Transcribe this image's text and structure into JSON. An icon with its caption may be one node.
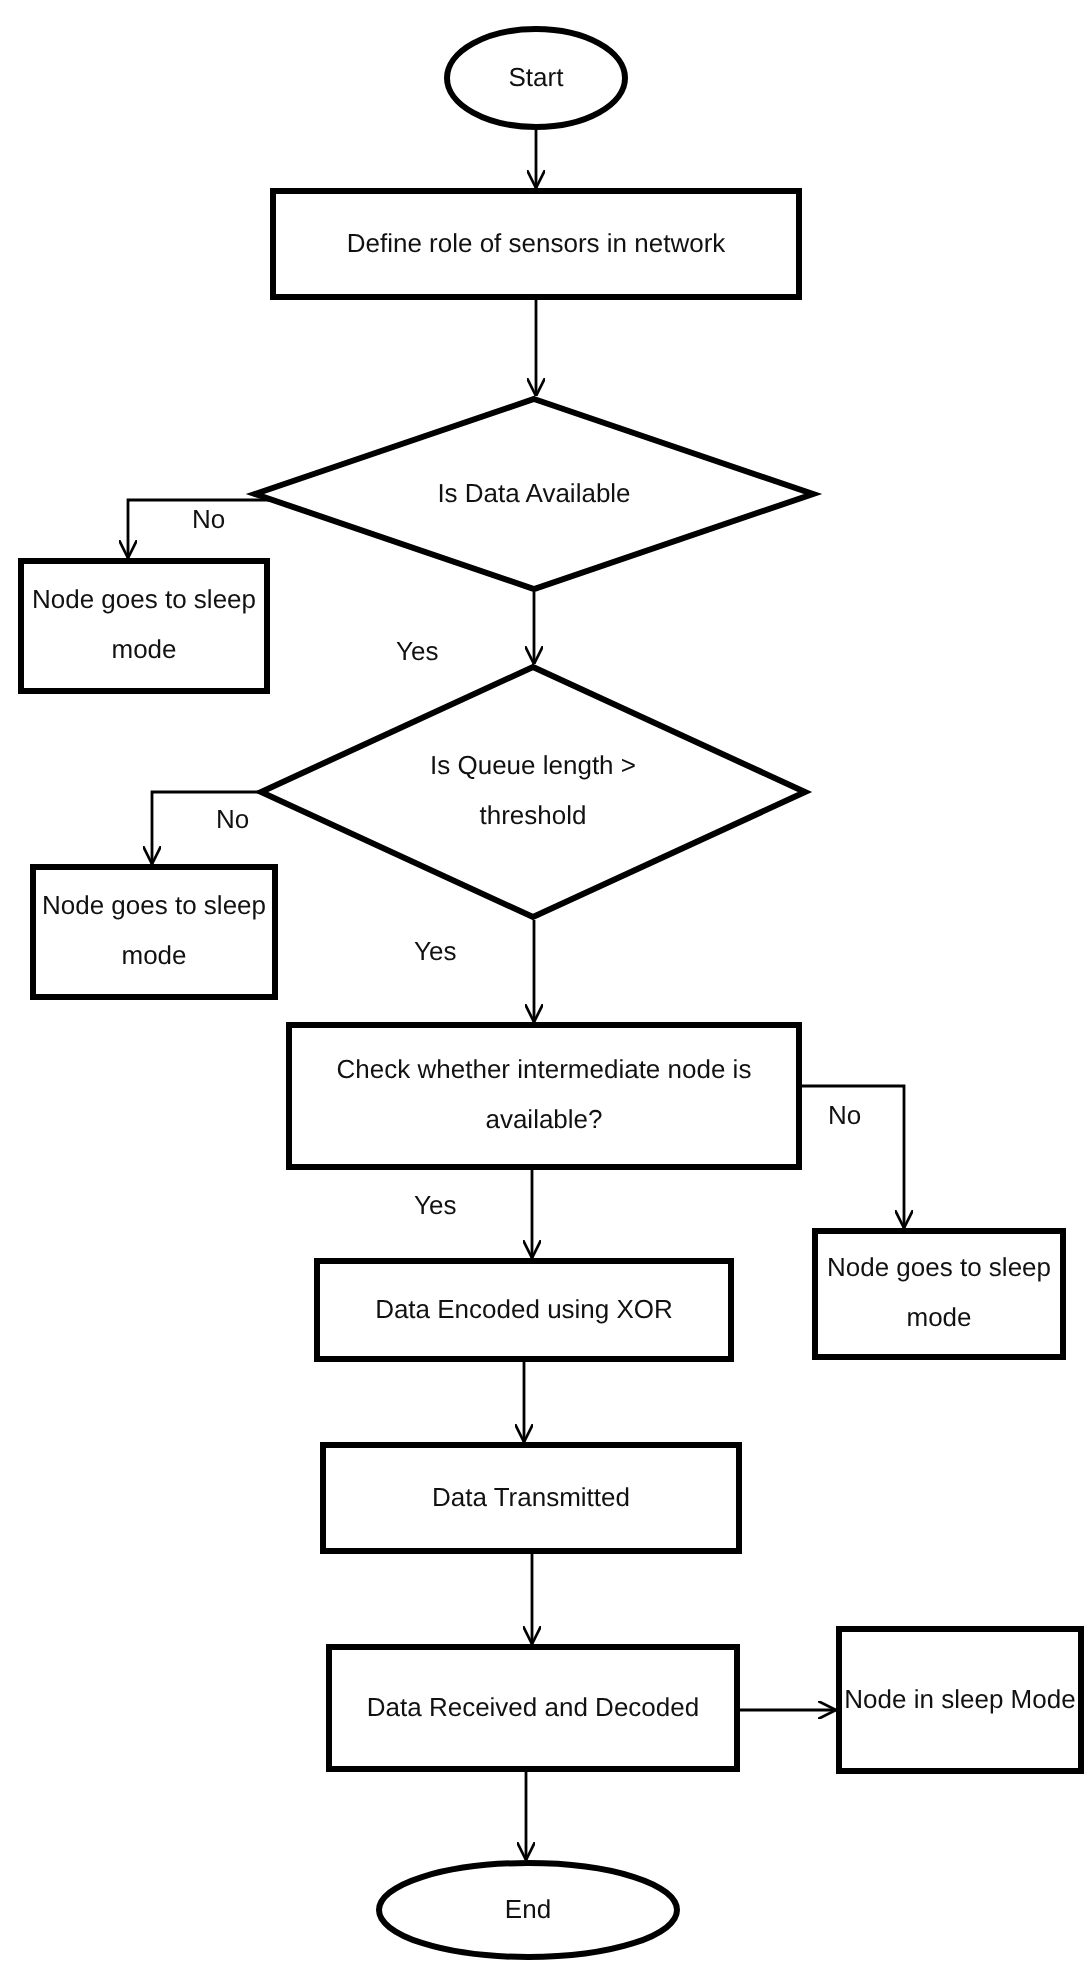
{
  "diagram": {
    "nodes": [
      {
        "text": [
          "Start"
        ]
      },
      {
        "text": [
          "Define role of sensors in network"
        ]
      },
      {
        "text": [
          "Is Data Available"
        ]
      },
      {
        "text": [
          "Node goes to sleep mode"
        ]
      },
      {
        "text": [
          "Is Queue length > threshold"
        ]
      },
      {
        "text": [
          "Node goes to sleep mode"
        ]
      },
      {
        "text": [
          "Check whether intermediate node is available?"
        ]
      },
      {
        "text": [
          "Node goes to sleep mode"
        ]
      },
      {
        "text": [
          "Data Encoded using XOR"
        ]
      },
      {
        "text": [
          "Data Transmitted"
        ]
      },
      {
        "text": [
          "Data Received and Decoded"
        ]
      },
      {
        "text": [
          "Node in sleep Mode"
        ]
      },
      {
        "text": [
          "End"
        ]
      }
    ],
    "edges": [
      {
        "from": 0,
        "to": 1,
        "arrow": "to"
      },
      {
        "from": 1,
        "to": 2,
        "arrow": "to"
      },
      {
        "from": 2,
        "to": 3,
        "arrow": "to",
        "label": "No"
      },
      {
        "from": 2,
        "to": 4,
        "arrow": "to",
        "label": "Yes"
      },
      {
        "from": 4,
        "to": 5,
        "arrow": "to",
        "label": "No"
      },
      {
        "from": 4,
        "to": 6,
        "arrow": "to",
        "label": "Yes"
      },
      {
        "from": 6,
        "to": 7,
        "arrow": "to",
        "label": "No"
      },
      {
        "from": 6,
        "to": 8,
        "arrow": "to",
        "label": "Yes"
      },
      {
        "from": 8,
        "to": 9,
        "arrow": "to"
      },
      {
        "from": 9,
        "to": 10,
        "arrow": "to"
      },
      {
        "from": 10,
        "to": 11,
        "arrow": "to"
      },
      {
        "from": 10,
        "to": 12,
        "arrow": "to"
      }
    ]
  }
}
